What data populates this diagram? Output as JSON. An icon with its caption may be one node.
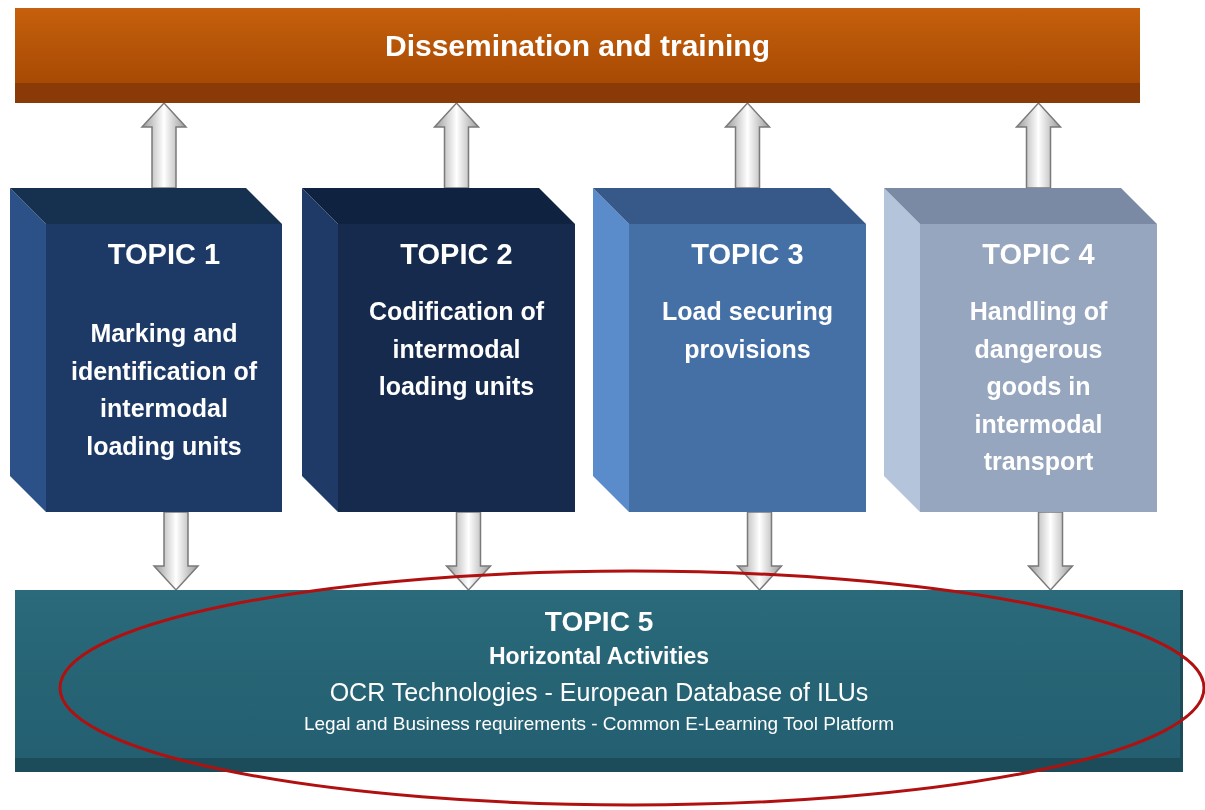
{
  "diagram": {
    "nodes": [
      {
        "text": [
          "Dissemination and training"
        ]
      },
      {
        "text": [
          "TOPIC 1",
          "Marking and identification of intermodal loading units"
        ]
      },
      {
        "text": [
          "TOPIC 2",
          "Codification of intermodal loading units"
        ]
      },
      {
        "text": [
          "TOPIC 3",
          "Load securing provisions"
        ]
      },
      {
        "text": [
          "TOPIC 4",
          "Handling of dangerous goods in intermodal transport"
        ]
      },
      {
        "text": [
          "TOPIC 5",
          "Horizontal Activities",
          "OCR Technologies - European Database of ILUs",
          "Legal and Business requirements - Common E-Learning Tool Platform"
        ]
      }
    ],
    "edges": [
      {
        "from": 1,
        "to": 0,
        "arrow": "to"
      },
      {
        "from": 2,
        "to": 0,
        "arrow": "to"
      },
      {
        "from": 3,
        "to": 0,
        "arrow": "to"
      },
      {
        "from": 4,
        "to": 0,
        "arrow": "to"
      },
      {
        "from": 1,
        "to": 5,
        "arrow": "to"
      },
      {
        "from": 2,
        "to": 5,
        "arrow": "to"
      },
      {
        "from": 3,
        "to": 5,
        "arrow": "to"
      },
      {
        "from": 4,
        "to": 5,
        "arrow": "to"
      }
    ]
  }
}
